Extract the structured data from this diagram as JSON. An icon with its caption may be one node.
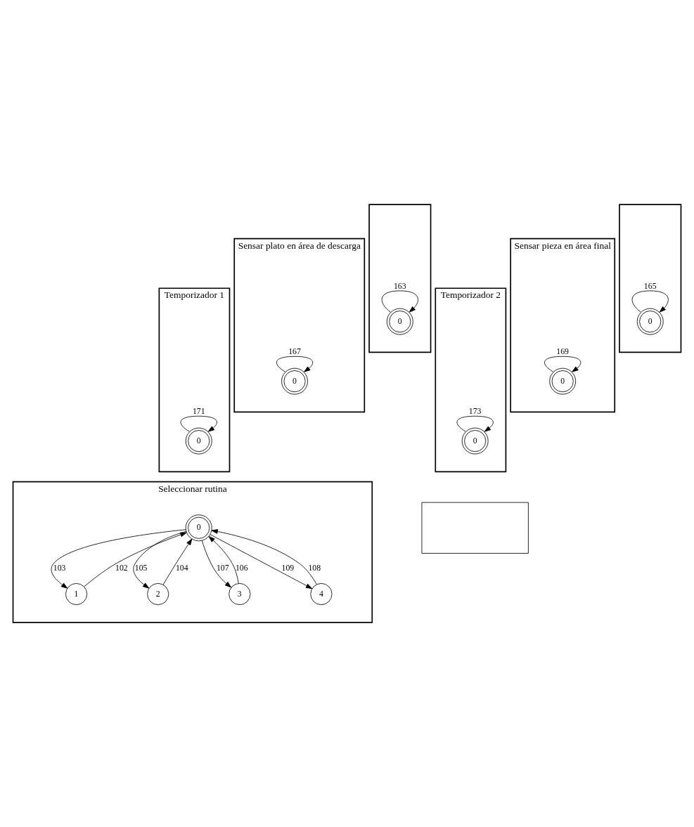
{
  "diagram": {
    "nodes": [
      {
        "text": [],
        "shape": "box"
      },
      {
        "text": [
          "0"
        ],
        "in": 0
      },
      {
        "text": [],
        "shape": "box"
      },
      {
        "text": [
          "0"
        ],
        "in": 2
      },
      {
        "text": [
          "Sensar plato en área de descarga"
        ]
      },
      {
        "text": [
          "0"
        ],
        "in": 4
      },
      {
        "text": [
          "Sensar pieza en área final"
        ]
      },
      {
        "text": [
          "0"
        ],
        "in": 6
      },
      {
        "text": [
          "Temporizador 1"
        ]
      },
      {
        "text": [
          "0"
        ],
        "in": 8
      },
      {
        "text": [
          "Temporizador 2"
        ]
      },
      {
        "text": [
          "0"
        ],
        "in": 10
      },
      {
        "text": [
          "Seleccionar rutina"
        ]
      },
      {
        "text": [
          "0"
        ],
        "in": 12
      },
      {
        "text": [
          "1"
        ],
        "in": 12
      },
      {
        "text": [
          "2"
        ],
        "in": 12
      },
      {
        "text": [
          "3"
        ],
        "in": 12
      },
      {
        "text": [
          "4"
        ],
        "in": 12
      },
      {
        "text": [],
        "shape": "box"
      }
    ],
    "edges": [
      {
        "from": 1,
        "to": 1,
        "arrow": "to",
        "label": "163"
      },
      {
        "from": 3,
        "to": 3,
        "arrow": "to",
        "label": "165"
      },
      {
        "from": 5,
        "to": 5,
        "arrow": "to",
        "label": "167"
      },
      {
        "from": 7,
        "to": 7,
        "arrow": "to",
        "label": "169"
      },
      {
        "from": 9,
        "to": 9,
        "arrow": "to",
        "label": "171"
      },
      {
        "from": 11,
        "to": 11,
        "arrow": "to",
        "label": "173"
      },
      {
        "from": 13,
        "to": 14,
        "arrow": "to",
        "label": "103"
      },
      {
        "from": 14,
        "to": 13,
        "arrow": "to",
        "label": "102"
      },
      {
        "from": 13,
        "to": 15,
        "arrow": "to",
        "label": "105"
      },
      {
        "from": 15,
        "to": 13,
        "arrow": "to",
        "label": "104"
      },
      {
        "from": 13,
        "to": 16,
        "arrow": "to",
        "label": "107"
      },
      {
        "from": 16,
        "to": 13,
        "arrow": "to",
        "label": "106"
      },
      {
        "from": 13,
        "to": 17,
        "arrow": "to",
        "label": "109"
      },
      {
        "from": 17,
        "to": 13,
        "arrow": "to",
        "label": "108"
      }
    ]
  }
}
